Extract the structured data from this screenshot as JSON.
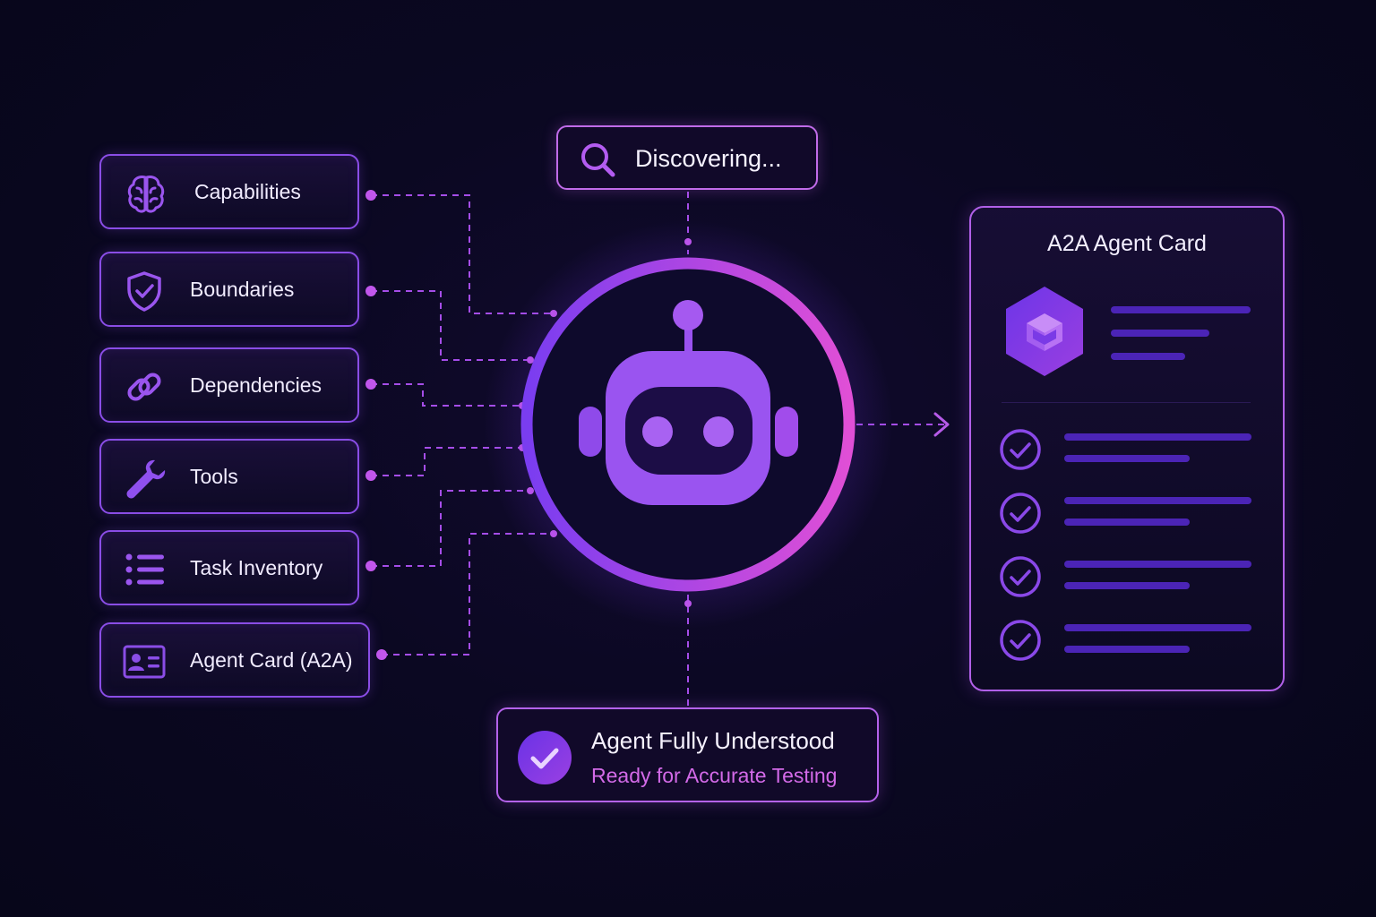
{
  "status": {
    "label": "Discovering..."
  },
  "items": [
    {
      "label": "Capabilities",
      "icon": "brain-icon"
    },
    {
      "label": "Boundaries",
      "icon": "shield-check-icon"
    },
    {
      "label": "Dependencies",
      "icon": "link-icon"
    },
    {
      "label": "Tools",
      "icon": "wrench-icon"
    },
    {
      "label": "Task Inventory",
      "icon": "list-icon"
    },
    {
      "label": "Agent Card (A2A)",
      "icon": "id-card-icon"
    }
  ],
  "center": {
    "icon": "robot-icon"
  },
  "card": {
    "title": "A2A Agent Card",
    "badge_icon": "cube-hexagon-icon",
    "checklist_count": 4
  },
  "result": {
    "title": "Agent Fully Understood",
    "subtitle": "Ready for Accurate Testing"
  },
  "colors": {
    "background": "#0b0822",
    "accent_purple": "#8a4de6",
    "accent_pink": "#e04fd6",
    "subtitle_pink": "#d36ae8"
  }
}
